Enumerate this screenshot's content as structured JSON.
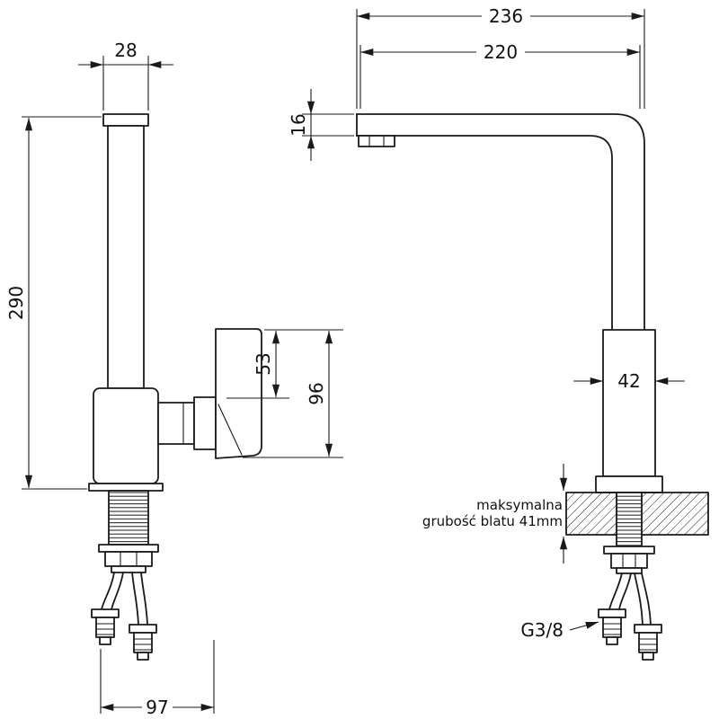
{
  "drawing": {
    "type": "technical-dimension-drawing",
    "colors": {
      "line": "#1a1a1a",
      "background": "#ffffff"
    },
    "labels": {
      "dim_236": "236",
      "dim_220": "220",
      "dim_16": "16",
      "dim_28": "28",
      "dim_290": "290",
      "dim_53": "53",
      "dim_96": "96",
      "dim_42": "42",
      "dim_97": "97",
      "thread": "G3/8",
      "note_line1": "maksymalna",
      "note_line2": "grubość blatu 41mm"
    }
  }
}
